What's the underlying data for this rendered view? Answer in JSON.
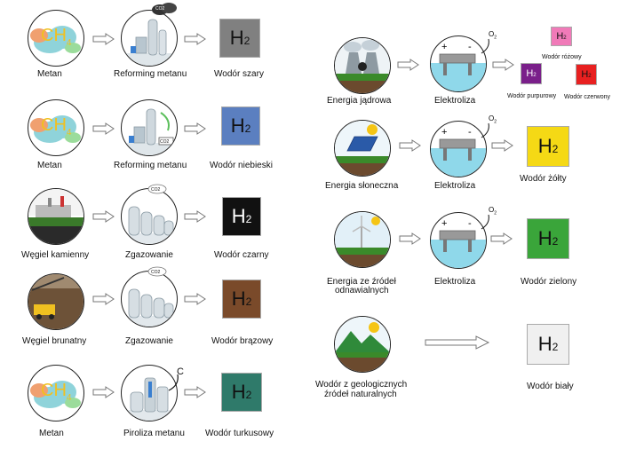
{
  "h2_symbol": "H",
  "h2_sub": "2",
  "o2_symbol": "O",
  "o2_sub": "2",
  "co2_text": "CO2",
  "ch4_symbol": "CH",
  "ch4_sub": "4",
  "c_symbol": "C",
  "plus": "+",
  "minus": "-",
  "left_rows": [
    {
      "source": "Metan",
      "process": "Reforming metanu",
      "result": "Wodór szary",
      "color": "#808080"
    },
    {
      "source": "Metan",
      "process": "Reforming metanu",
      "result": "Wodór niebieski",
      "color": "#5b7fc0"
    },
    {
      "source": "Węgiel kamienny",
      "process": "Zgazowanie",
      "result": "Wodór czarny",
      "color": "#111111"
    },
    {
      "source": "Węgiel brunatny",
      "process": "Zgazowanie",
      "result": "Wodór brązowy",
      "color": "#7a4a2a"
    },
    {
      "source": "Metan",
      "process": "Piroliza metanu",
      "result": "Wodór turkusowy",
      "color": "#2f7a6a"
    }
  ],
  "right_rows": [
    {
      "source": "Energia jądrowa",
      "process": "Elektroliza"
    },
    {
      "source": "Energia słoneczna",
      "process": "Elektroliza",
      "result": "Wodór żółty",
      "color": "#f5d915"
    },
    {
      "source_line1": "Energia ze źródeł",
      "source_line2": "odnawialnych",
      "process": "Elektroliza",
      "result": "Wodór zielony",
      "color": "#3aa53a"
    },
    {
      "source_line1": "Wodór z geologicznych",
      "source_line2": "źródeł naturalnych",
      "result": "Wodór biały",
      "color": "#f0f0f0"
    }
  ],
  "nuclear_results": [
    {
      "label": "Wodór różowy",
      "color": "#f07ab8"
    },
    {
      "label": "Wodór purpurowy",
      "color": "#7a1f8a"
    },
    {
      "label": "Wodór czerwony",
      "color": "#e82020"
    }
  ]
}
